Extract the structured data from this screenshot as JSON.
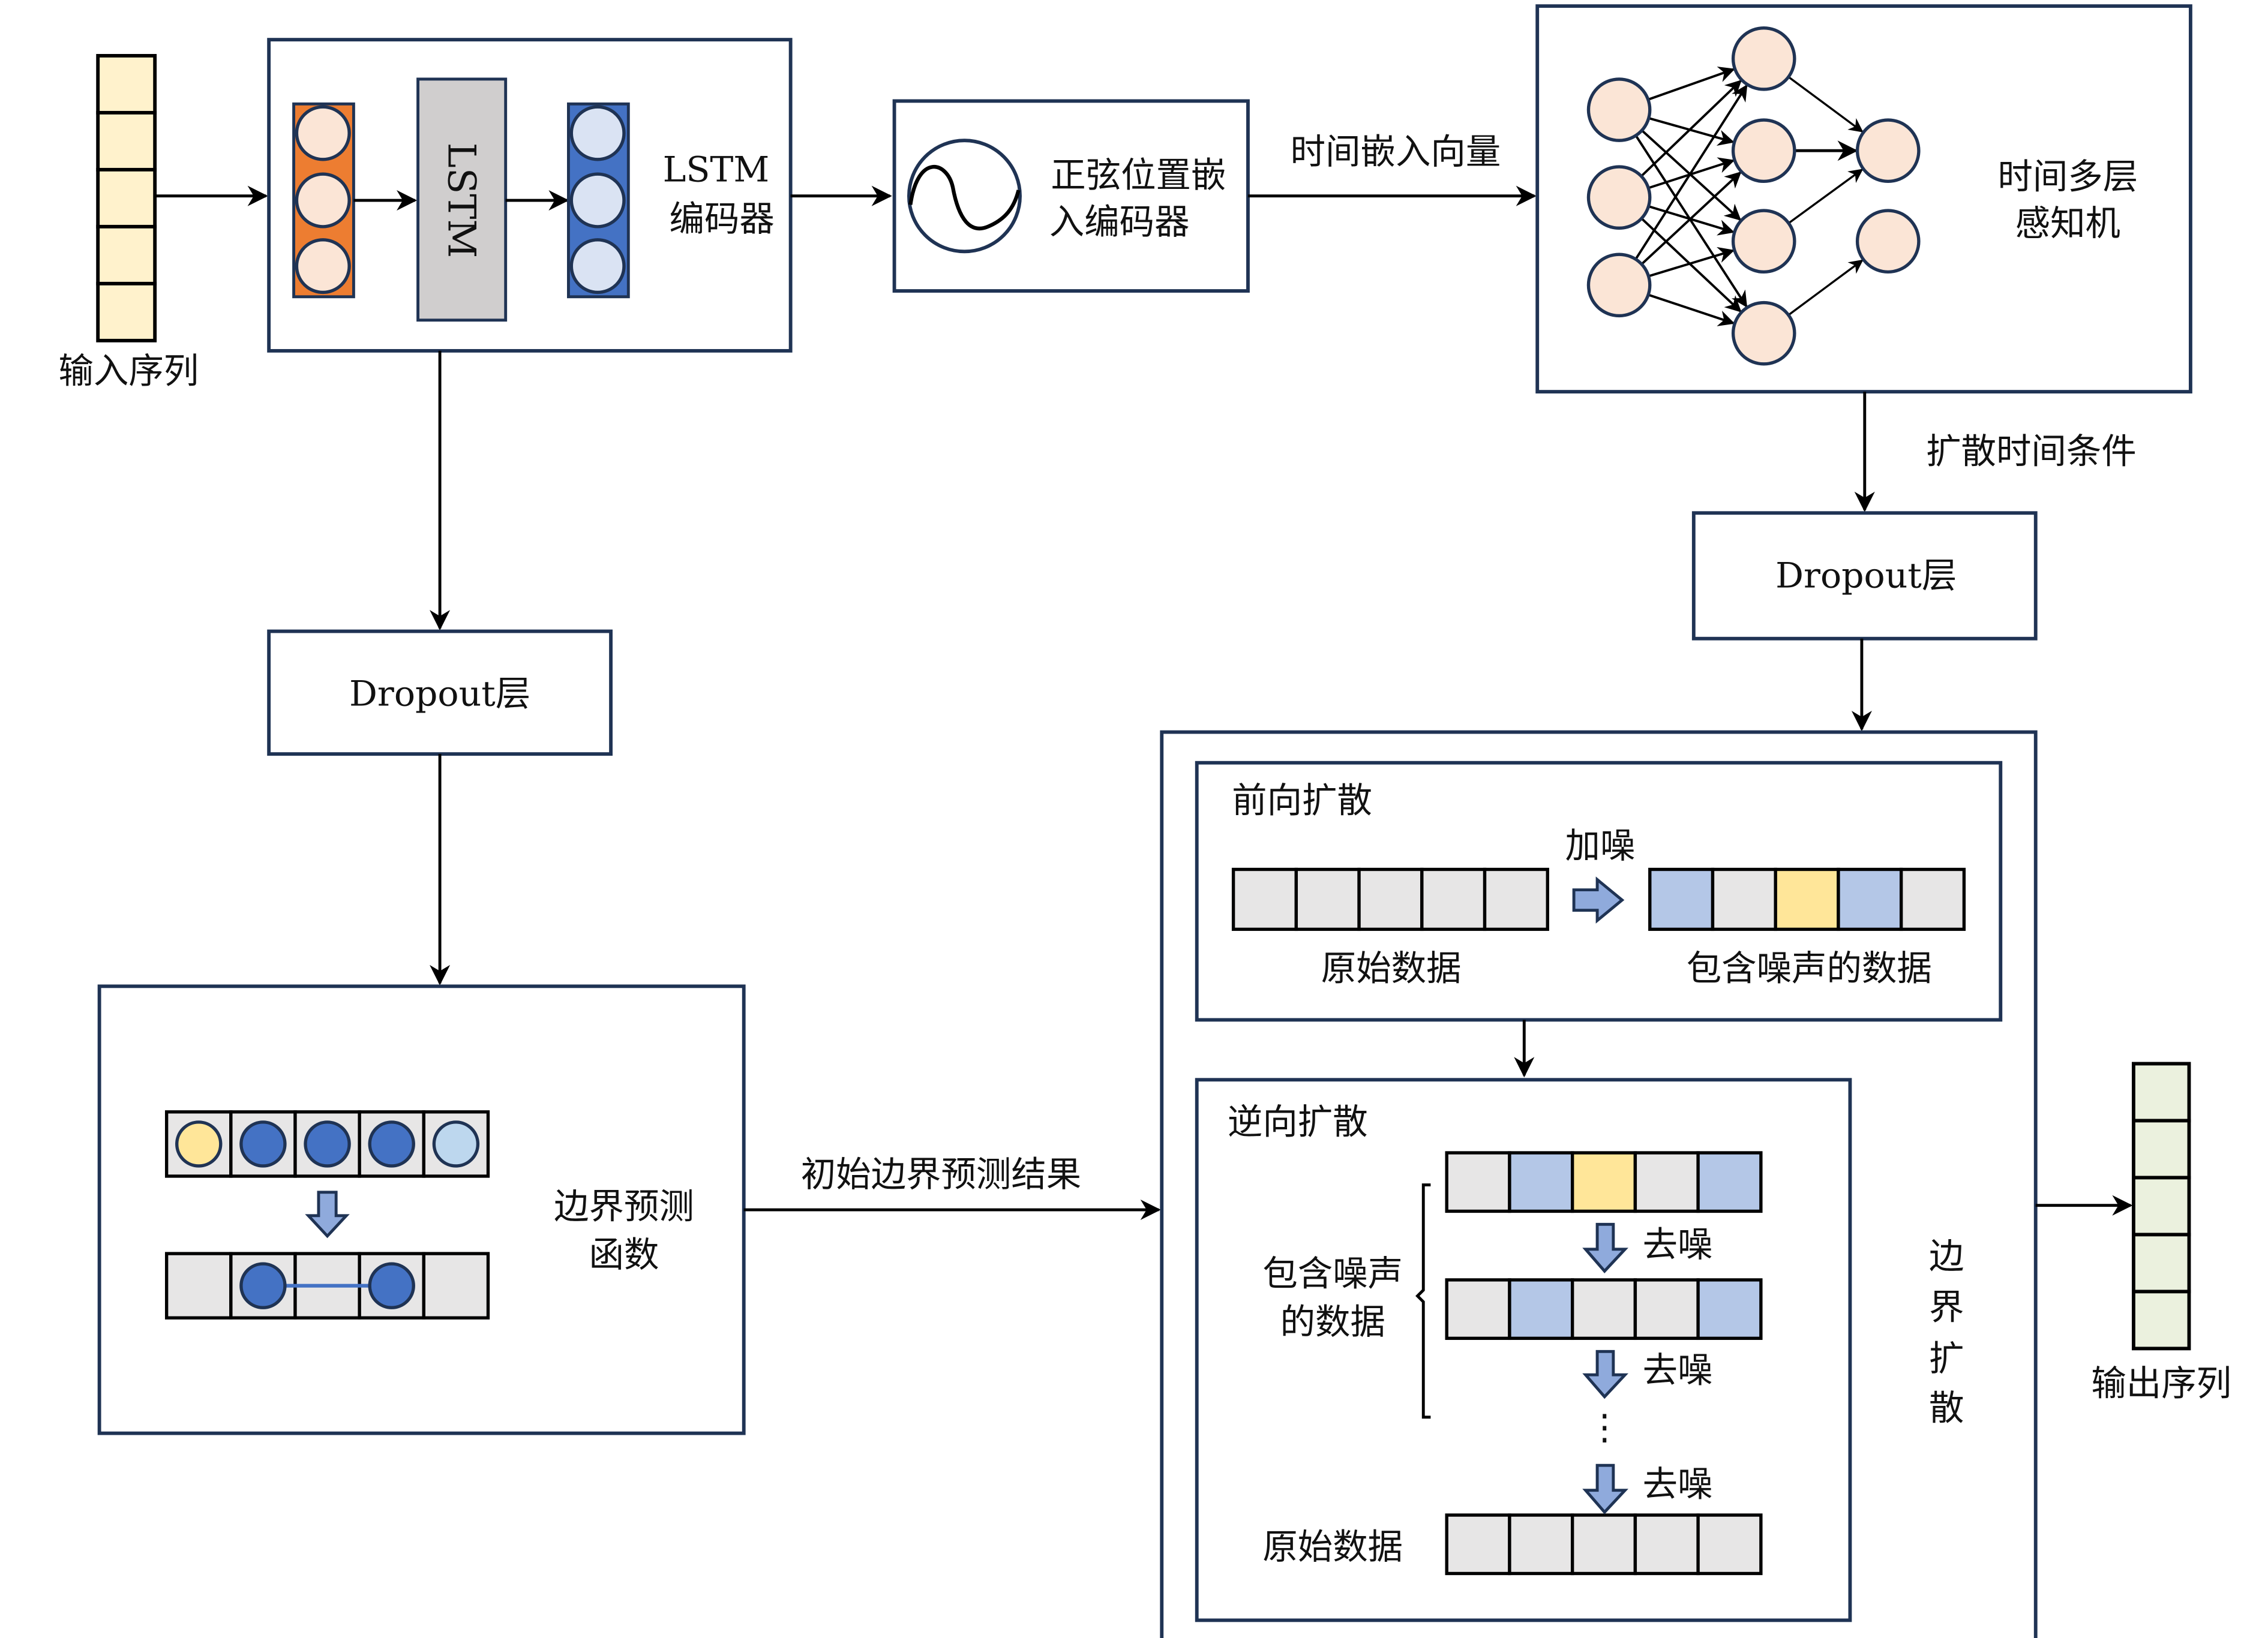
{
  "labels": {
    "input_sequence": "输入序列",
    "lstm_block": "LSTM",
    "lstm_encoder_line1": "LSTM",
    "lstm_encoder_line2": "编码器",
    "sin_encoder_line1": "正弦位置嵌",
    "sin_encoder_line2": "入编码器",
    "time_embedding_vector": "时间嵌入向量",
    "mlp_line1": "时间多层",
    "mlp_line2": "感知机",
    "diffusion_time_condition": "扩散时间条件",
    "dropout_left": "Dropout层",
    "dropout_right": "Dropout层",
    "boundary_fn_line1": "边界预测",
    "boundary_fn_line2": "函数",
    "initial_boundary_result": "初始边界预测结果",
    "forward_diffusion": "前向扩散",
    "add_noise": "加噪",
    "original_data_fwd": "原始数据",
    "noisy_data_fwd": "包含噪声的数据",
    "reverse_diffusion": "逆向扩散",
    "noisy_data_rev_line1": "包含噪声",
    "noisy_data_rev_line2": "的数据",
    "denoise_1": "去噪",
    "denoise_2": "去噪",
    "denoise_3": "去噪",
    "ellipsis": "⋮",
    "original_data_rev": "原始数据",
    "boundary_diffusion": [
      "边",
      "界",
      "扩",
      "散"
    ],
    "output_sequence": "输出序列"
  },
  "colors": {
    "box_border": "#1f3354",
    "input_cell": "#fff2cc",
    "output_cell": "#ebf1de",
    "orange": "#ed7d31",
    "peach_node": "#fbe5d6",
    "blue_dark": "#4472c4",
    "blue_light_node": "#dae3f3",
    "lstm_gray": "#d0cece",
    "cell_gray": "#e7e6e6",
    "cell_blue": "#b4c7e7",
    "cell_yellow": "#ffe699",
    "node_yellow": "#ffe699",
    "node_lightblue": "#bdd7ee",
    "arrow_fill": "#8faadc"
  },
  "sequences": {
    "input_cells": 5,
    "output_cells": 5,
    "forward_original": [
      "gray",
      "gray",
      "gray",
      "gray",
      "gray"
    ],
    "forward_noisy": [
      "blue",
      "gray",
      "yellow",
      "blue",
      "gray"
    ],
    "reverse_step1": [
      "gray",
      "blue",
      "yellow",
      "gray",
      "blue"
    ],
    "reverse_step2": [
      "gray",
      "blue",
      "gray",
      "gray",
      "blue"
    ],
    "reverse_original": [
      "gray",
      "gray",
      "gray",
      "gray",
      "gray"
    ],
    "boundary_top_nodes": [
      "yellow",
      "blue",
      "blue",
      "blue",
      "lightblue"
    ],
    "boundary_bottom_nodes": [
      "none",
      "blue",
      "none",
      "blue",
      "none"
    ]
  }
}
